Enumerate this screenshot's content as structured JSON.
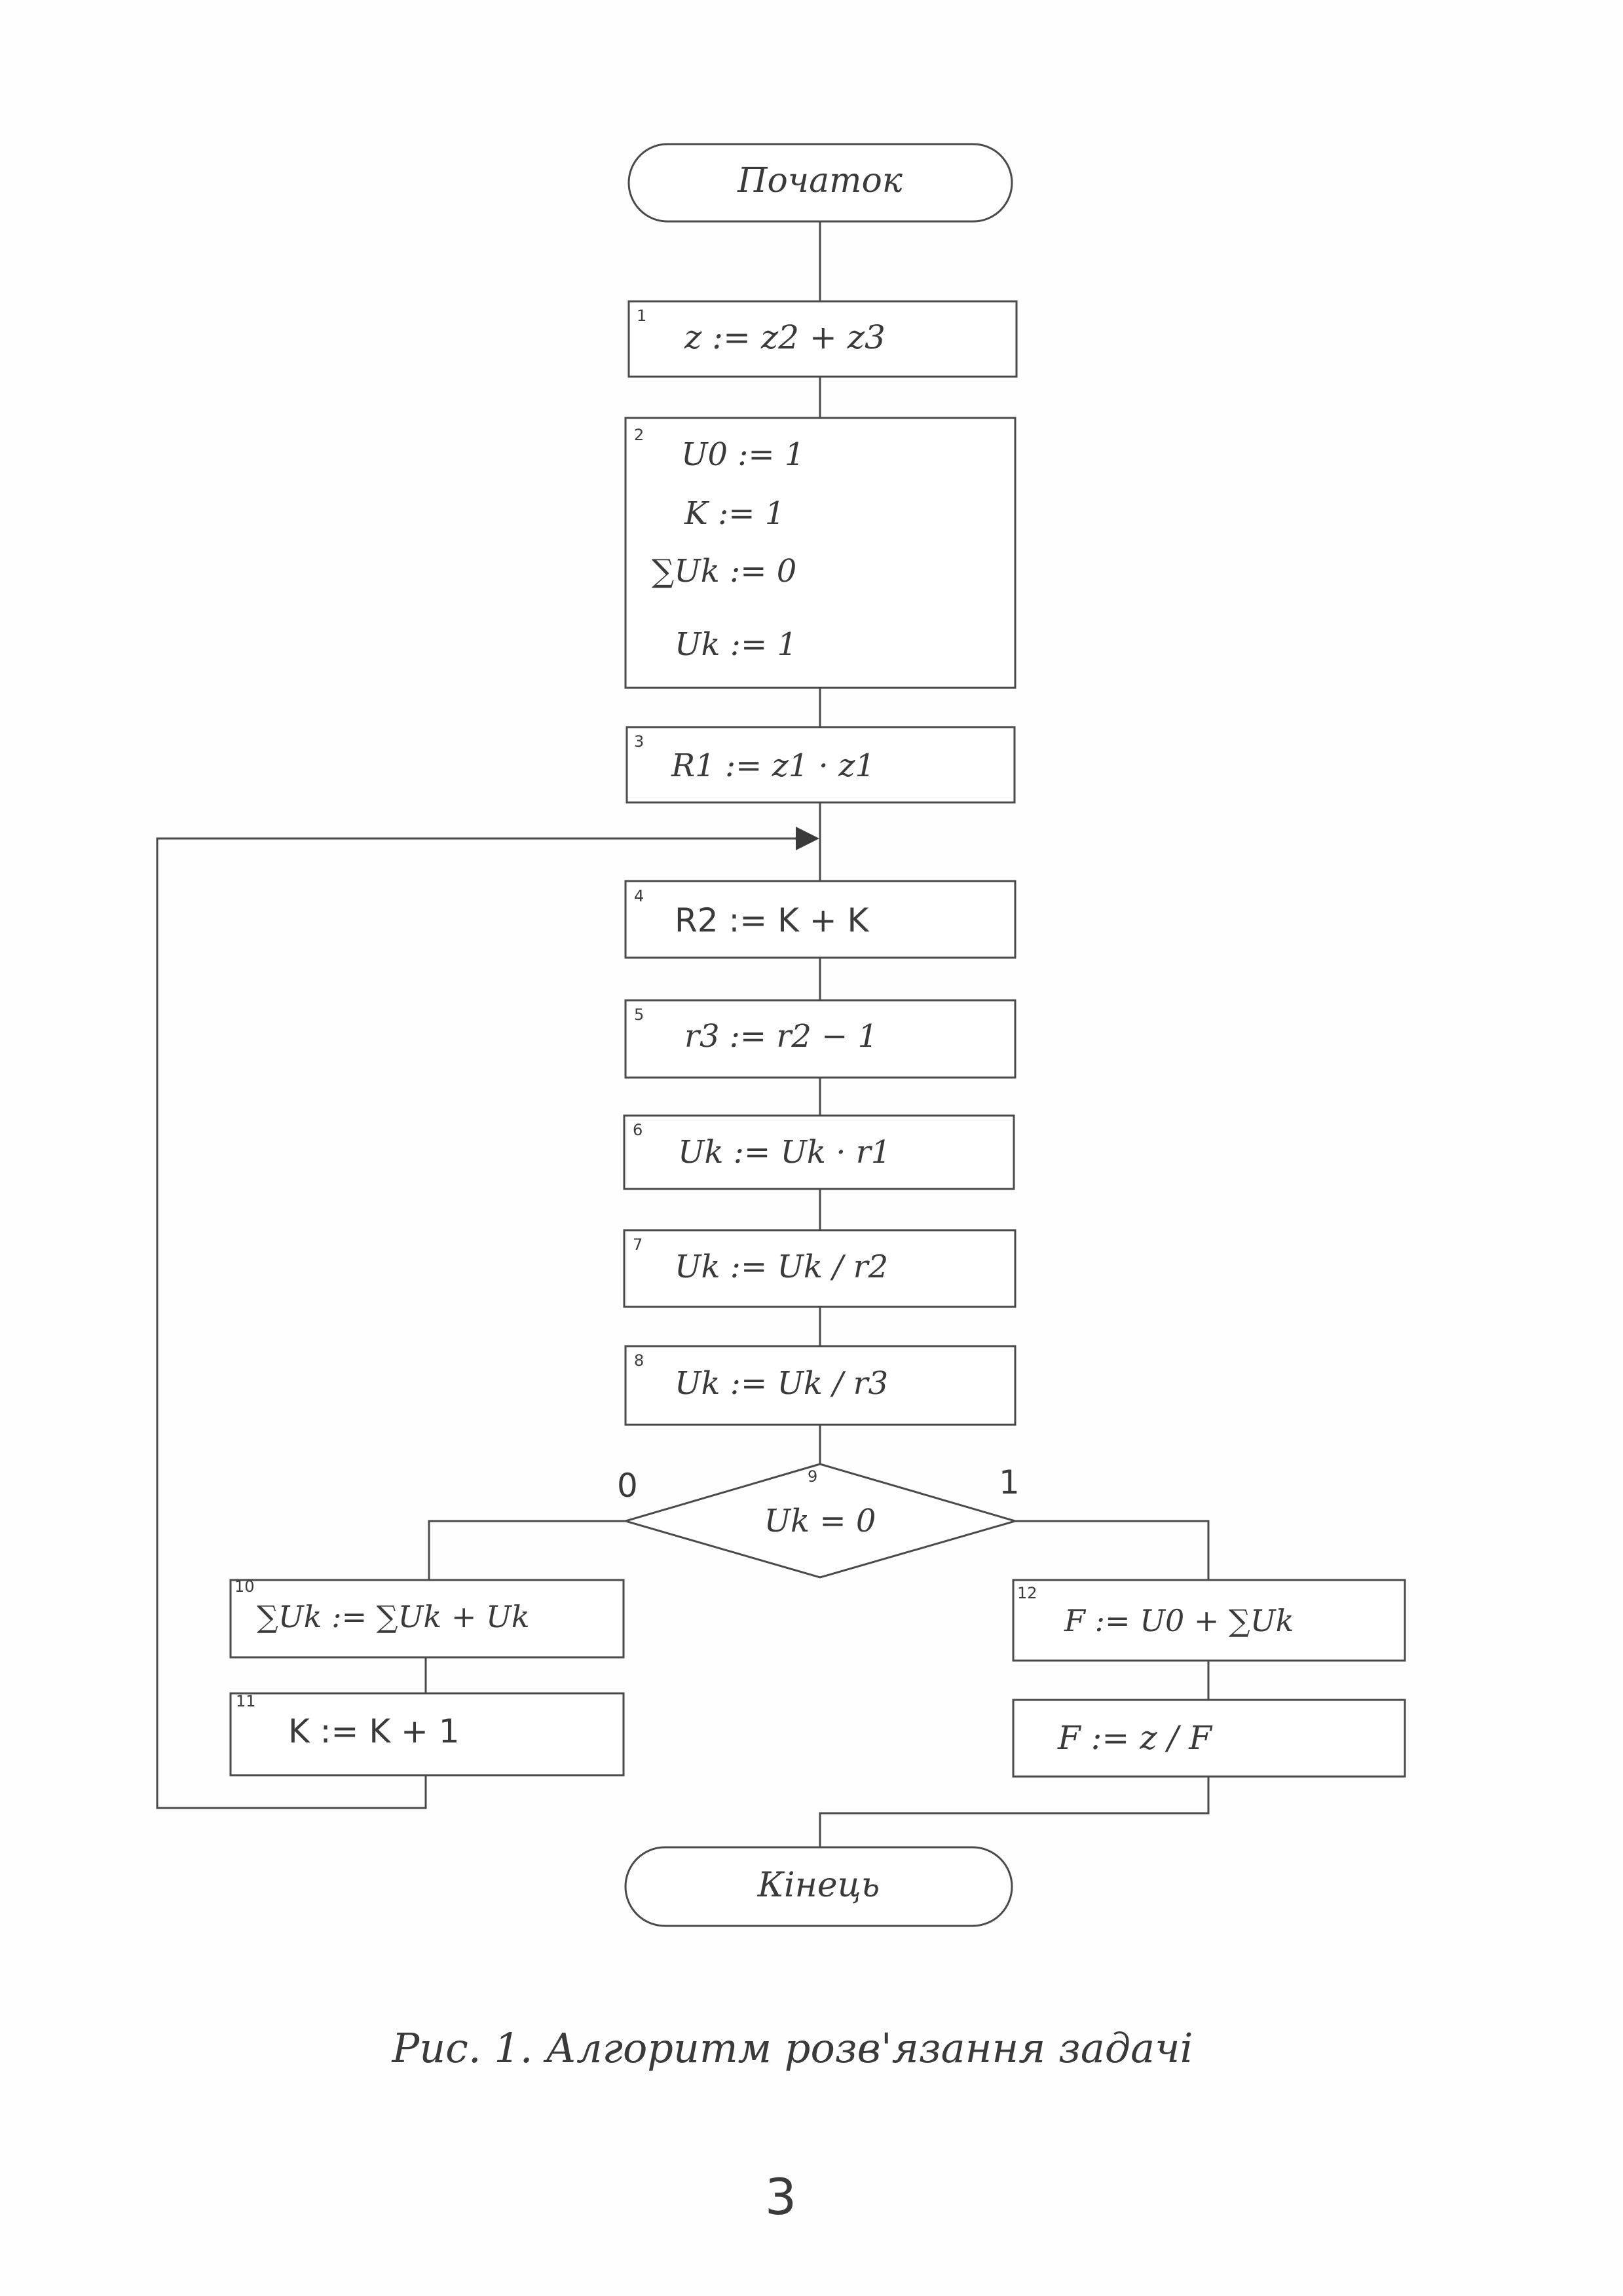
{
  "diagram": {
    "start": {
      "label": "Початок"
    },
    "end": {
      "label": "Кінець"
    },
    "blocks": [
      {
        "num": "1",
        "lines": [
          "z := z2 + z3"
        ]
      },
      {
        "num": "2",
        "lines": [
          "U0 := 1",
          "K := 1",
          "∑Uk := 0",
          "Uk := 1"
        ]
      },
      {
        "num": "3",
        "lines": [
          "R1 := z1 · z1"
        ]
      },
      {
        "num": "4",
        "lines": [
          "R2 := K + K"
        ]
      },
      {
        "num": "5",
        "lines": [
          "r3 := r2 − 1"
        ]
      },
      {
        "num": "6",
        "lines": [
          "Uk := Uk · r1"
        ]
      },
      {
        "num": "7",
        "lines": [
          "Uk := Uk / r2"
        ]
      },
      {
        "num": "8",
        "lines": [
          "Uk := Uk / r3"
        ]
      }
    ],
    "decision": {
      "num": "9",
      "label": "Uk = 0",
      "no_label": "0",
      "yes_label": "1"
    },
    "left_branch": [
      {
        "num": "10",
        "lines": [
          "∑Uk := ∑Uk + Uk"
        ]
      },
      {
        "num": "11",
        "lines": [
          "K := K + 1"
        ]
      }
    ],
    "right_branch": [
      {
        "num": "12",
        "lines": [
          "F := U0 + ∑Uk"
        ]
      },
      {
        "num": "",
        "lines": [
          "F := z / F"
        ]
      }
    ]
  },
  "caption": "Рис. 1. Алгоритм розв'язання задачі",
  "page_number": "3",
  "colors": {
    "ink": "#3a3a3a",
    "paper": "#fefefe"
  }
}
